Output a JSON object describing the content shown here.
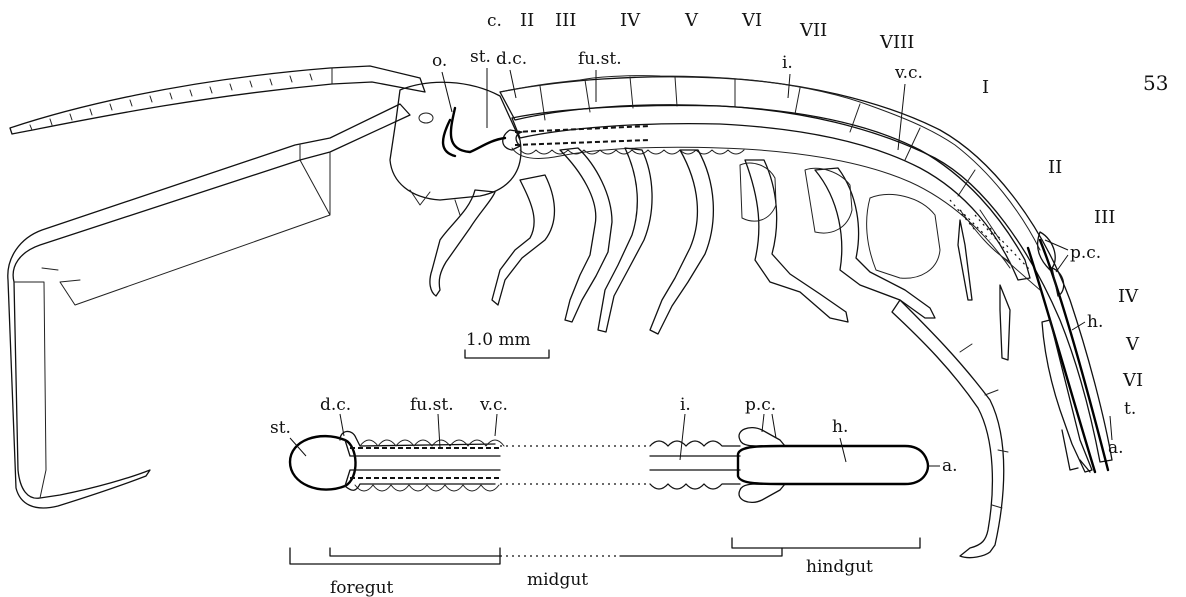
{
  "page_number": "53",
  "labels": {
    "c": "c.",
    "o": "o.",
    "st": "st.",
    "dc": "d.c.",
    "fust": "fu.st.",
    "vc": "v.c.",
    "i": "i.",
    "pc": "p.c.",
    "h": "h.",
    "t": "t.",
    "a": "a."
  },
  "pereon_segments": [
    "II",
    "III",
    "IV",
    "V",
    "VI",
    "VII",
    "VIII"
  ],
  "pleon_segments": [
    "I",
    "II",
    "III",
    "IV",
    "V",
    "VI"
  ],
  "scale_bar": "1.0 mm",
  "gut_regions": {
    "foregut": "foregut",
    "midgut": "midgut",
    "hindgut": "hindgut"
  }
}
